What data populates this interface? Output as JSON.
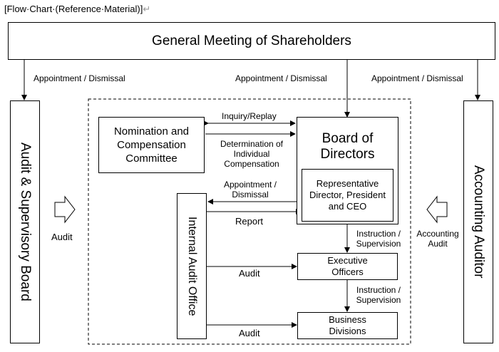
{
  "header": {
    "title": "[Flow·Chart·(Reference·Material)]",
    "mark": "↵"
  },
  "boxes": {
    "shareholders": "General Meeting of Shareholders",
    "audit_board": "Audit & Supervisory Board",
    "accounting_auditor": "Accounting Auditor",
    "nomination": "Nomination and Compensation Committee",
    "board_line1": "Board of",
    "board_line2": "Directors",
    "representative": "Representative Director, President and CEO",
    "internal_audit": "Internal Audit Office",
    "executive": "Executive Officers",
    "business": "Business Divisions"
  },
  "labels": {
    "appoint_left": "Appointment / Dismissal",
    "appoint_center": "Appointment / Dismissal",
    "appoint_right": "Appointment / Dismissal",
    "inquiry": "Inquiry/Replay",
    "determination": "Determination of Individual Compensation",
    "appoint_internal": "Appointment / Dismissal",
    "report": "Report",
    "instruction1": "Instruction / Supervision",
    "instruction2": "Instruction / Supervision",
    "audit_exec": "Audit",
    "audit_biz": "Audit",
    "audit_left": "Audit",
    "accounting_audit": "Accounting Audit"
  }
}
